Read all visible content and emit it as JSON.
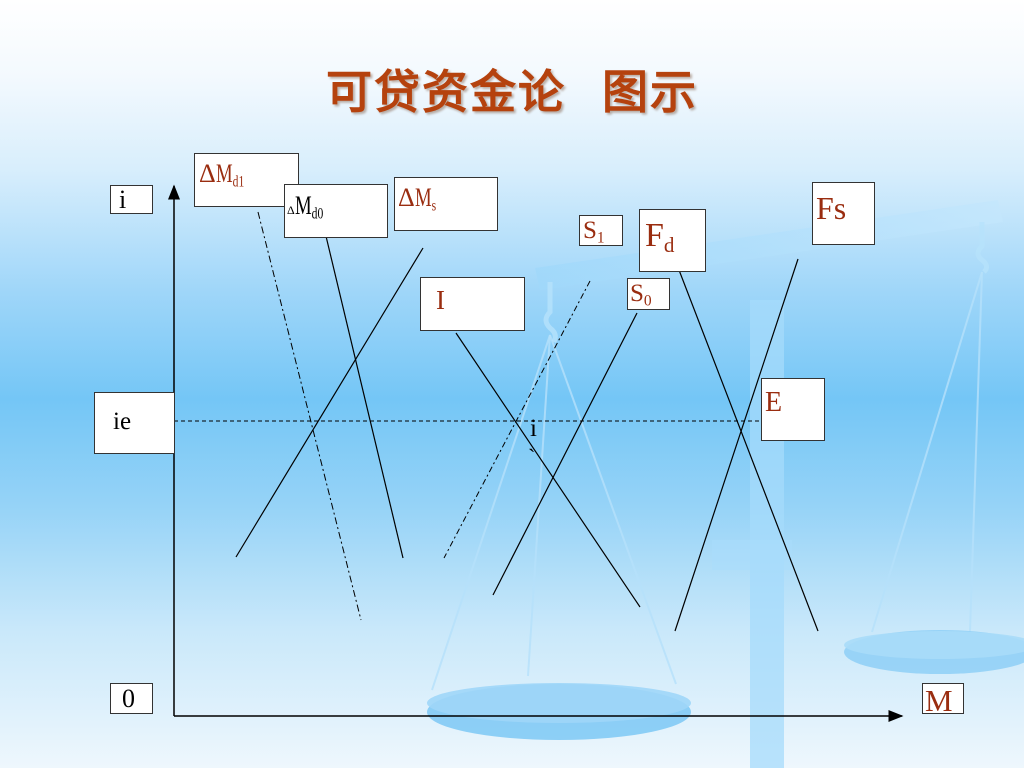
{
  "slide": {
    "title": "可贷资金论  图示"
  },
  "axes": {
    "y_label": "i",
    "x_label": "M",
    "origin_label": "0",
    "equilibrium_label": "ie",
    "intersection_label": "i",
    "intersection_mark": "`"
  },
  "curves": {
    "delta_md1": {
      "delta": "Δ",
      "base": "M",
      "sub": "d1"
    },
    "delta_md0": {
      "delta": "Δ",
      "base": "M",
      "sub": "d0"
    },
    "delta_ms": {
      "delta": "Δ",
      "base": "M",
      "sub": "s"
    },
    "s1": {
      "base": "S",
      "sub": "1"
    },
    "s0": {
      "base": "S",
      "sub": "0"
    },
    "fd": {
      "base": "F",
      "sub": "d"
    },
    "fs": {
      "text": "Fs"
    },
    "i": {
      "text": "I"
    },
    "e": {
      "text": "E"
    }
  },
  "colors": {
    "title": "#b5420e",
    "label_red": "#9a2d10",
    "line": "#000000"
  }
}
